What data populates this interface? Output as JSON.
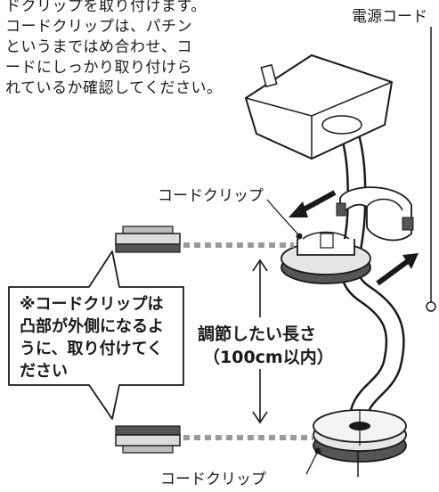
{
  "instructions": [
    "ドクリップを取り付けます。",
    "コードクリップは、パチン",
    "というまではめ合わせ、コ",
    "ードにしっかり取り付けら",
    "れているか確認してください。"
  ],
  "labels": {
    "power_cord": "電源コード",
    "cord_clip_upper": "コードクリップ",
    "cord_clip_lower": "コードクリップ"
  },
  "adjust_range": {
    "line1": "調節したい長さ",
    "line2": "（100cm以内）"
  },
  "note": [
    "※コードクリップは",
    "凸部が外側になるよ",
    "うに、取り付けてく",
    "ださい"
  ],
  "colors": {
    "line": "#1a1a1a",
    "device_fill": "#ffffff",
    "clip_fill": "#e6e6e6",
    "clip_dark": "#555555",
    "dotted": "#9a9a9a"
  }
}
